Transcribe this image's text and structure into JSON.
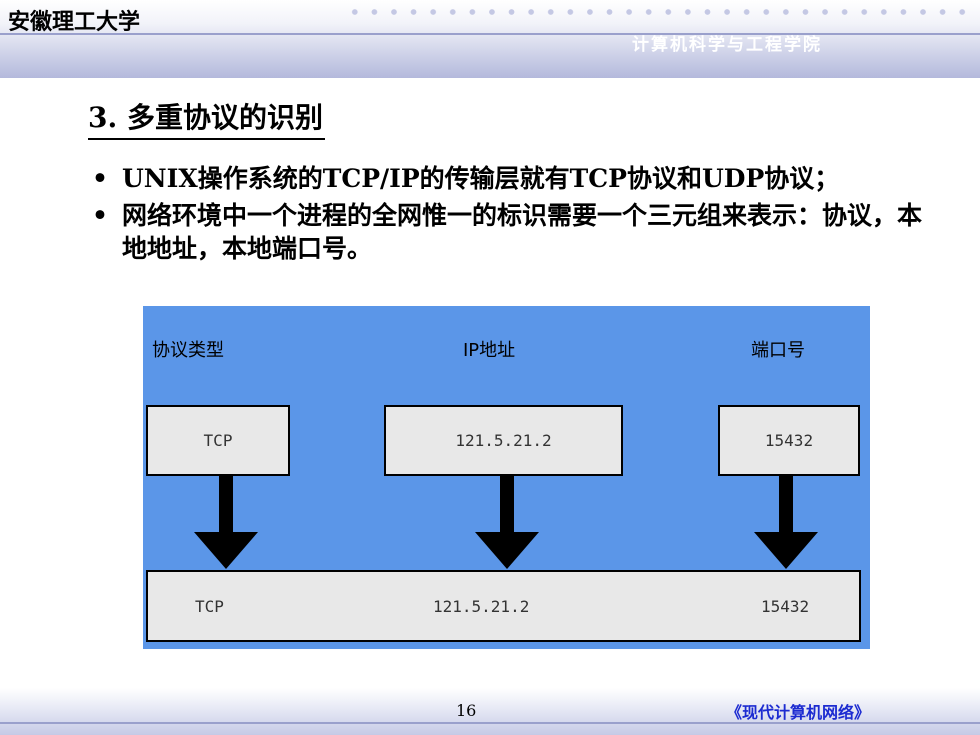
{
  "header": {
    "university": "安徽理工大学",
    "school": "计算机科学与工程学院"
  },
  "slide": {
    "title": "3. 多重协议的识别",
    "bullets": [
      "UNIX操作系统的TCP/IP的传输层就有TCP协议和UDP协议；",
      "网络环境中一个进程的全网惟一的标识需要一个三元组来表示：协议，本地地址，本地端口号。"
    ],
    "bullet_symbol": "•"
  },
  "diagram": {
    "headers": [
      "协议类型",
      "IP地址",
      "端口号"
    ],
    "top_boxes": [
      "TCP",
      "121.5.21.2",
      "15432"
    ],
    "bottom_values": [
      "TCP",
      "121.5.21.2",
      "15432"
    ],
    "colors": {
      "background": "#5b96e8",
      "box": "#e8e8e8"
    }
  },
  "footer": {
    "page_number": "16",
    "book": "《现代计算机网络》"
  }
}
